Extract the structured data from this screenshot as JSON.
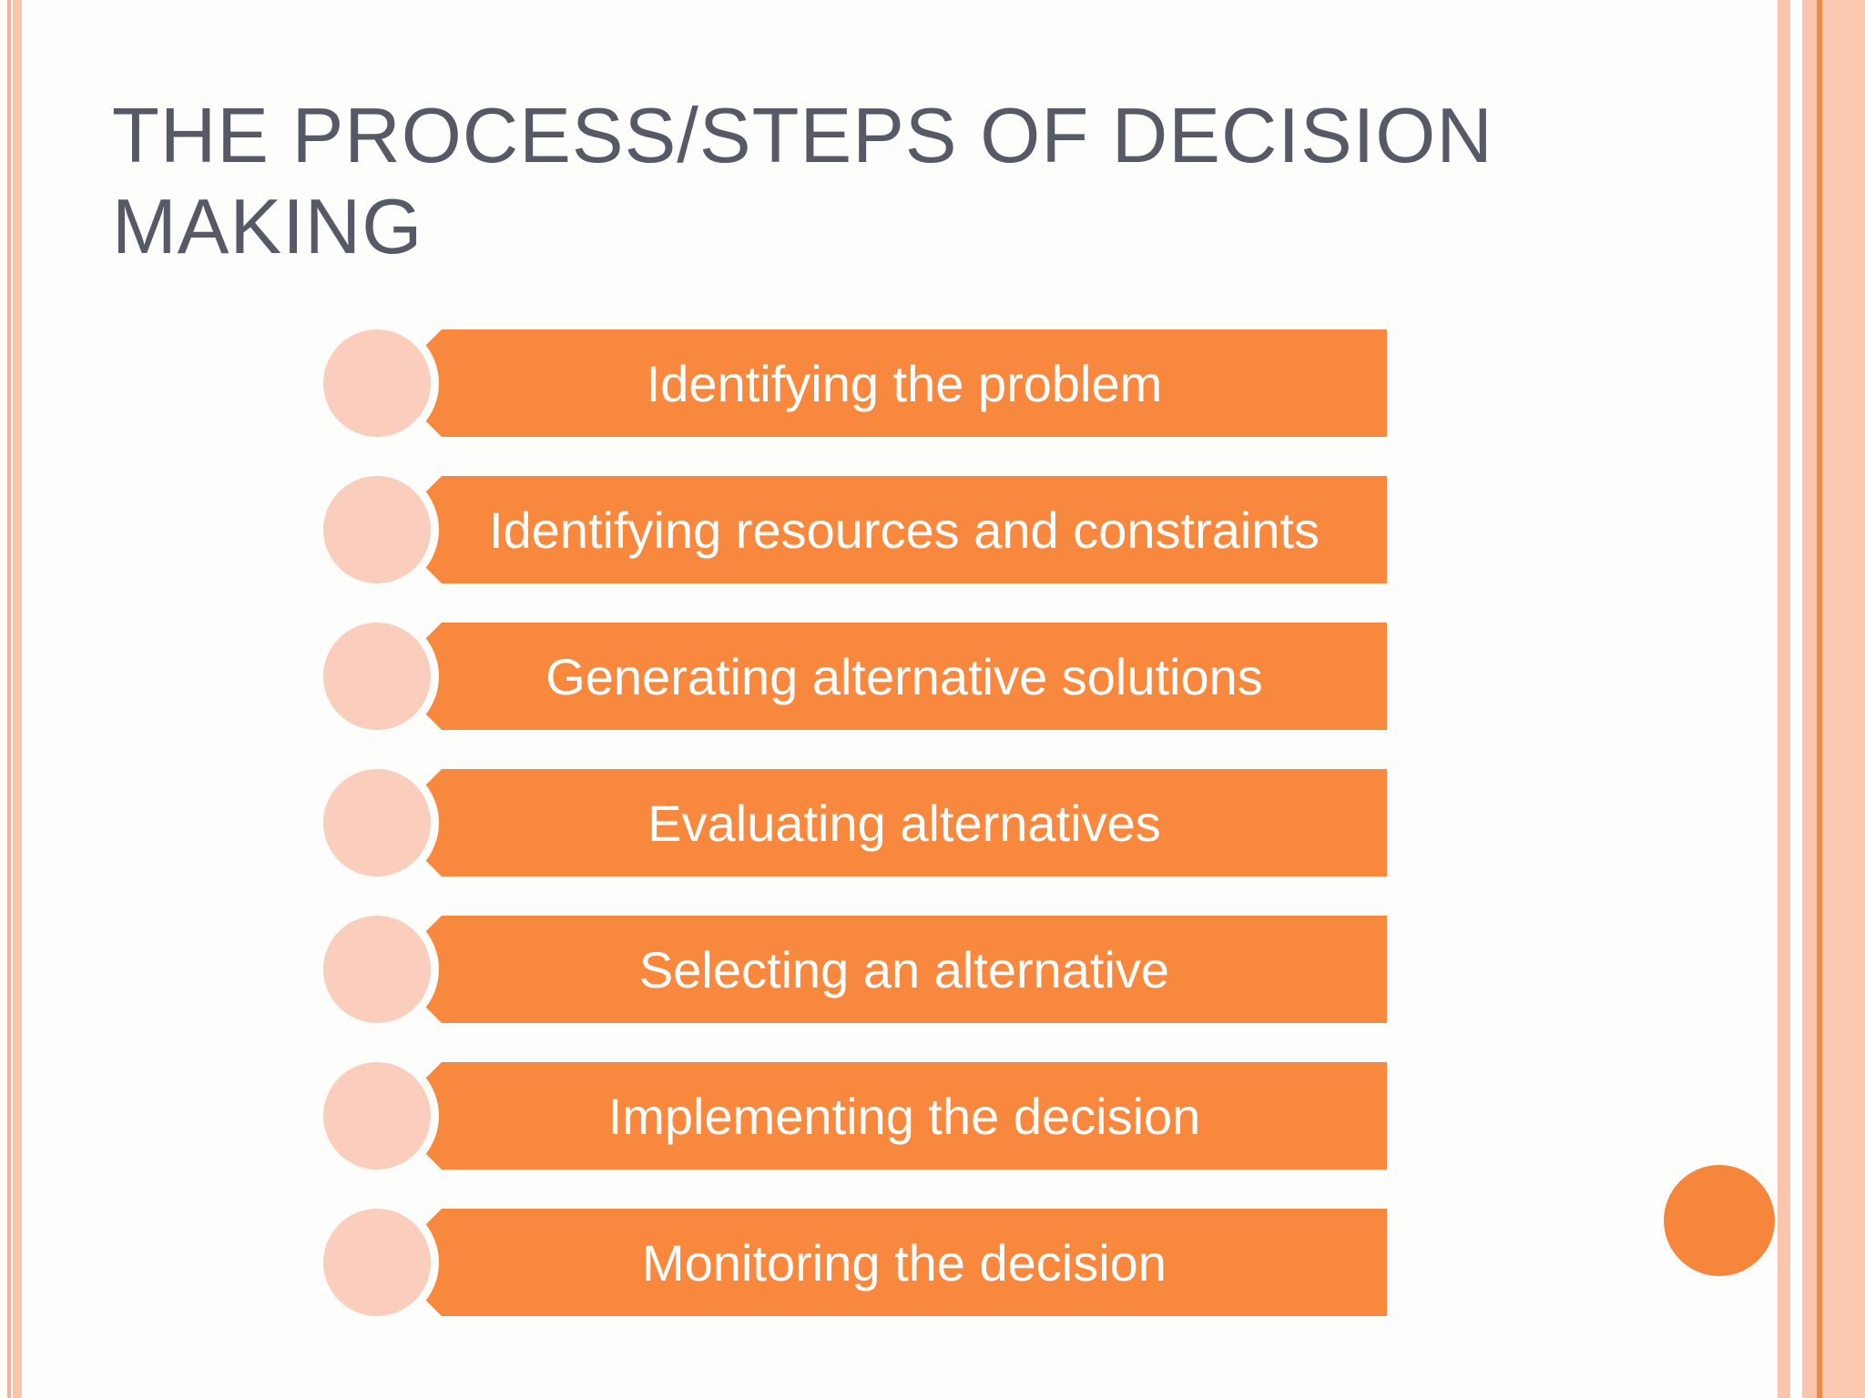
{
  "slide": {
    "title": "THE PROCESS/STEPS OF DECISION MAKING",
    "steps": [
      "Identifying the problem",
      "Identifying resources and constraints",
      "Generating alternative solutions",
      "Evaluating alternatives",
      "Selecting an alternative",
      "Implementing the decision",
      "Monitoring the decision"
    ],
    "colors": {
      "bar_orange": "#F7883E",
      "bar_text": "#FFFFFF",
      "bullet_pink": "#FACDBC",
      "accent_circle_orange": "#F6863C",
      "title_gray": "#565A67",
      "border_salmon": "#FAC5AF",
      "border_salmon_dark": "#F7AE9A",
      "border_salmon_wide": "#FBC8B1",
      "border_dark_line": "#EF8A44"
    }
  }
}
